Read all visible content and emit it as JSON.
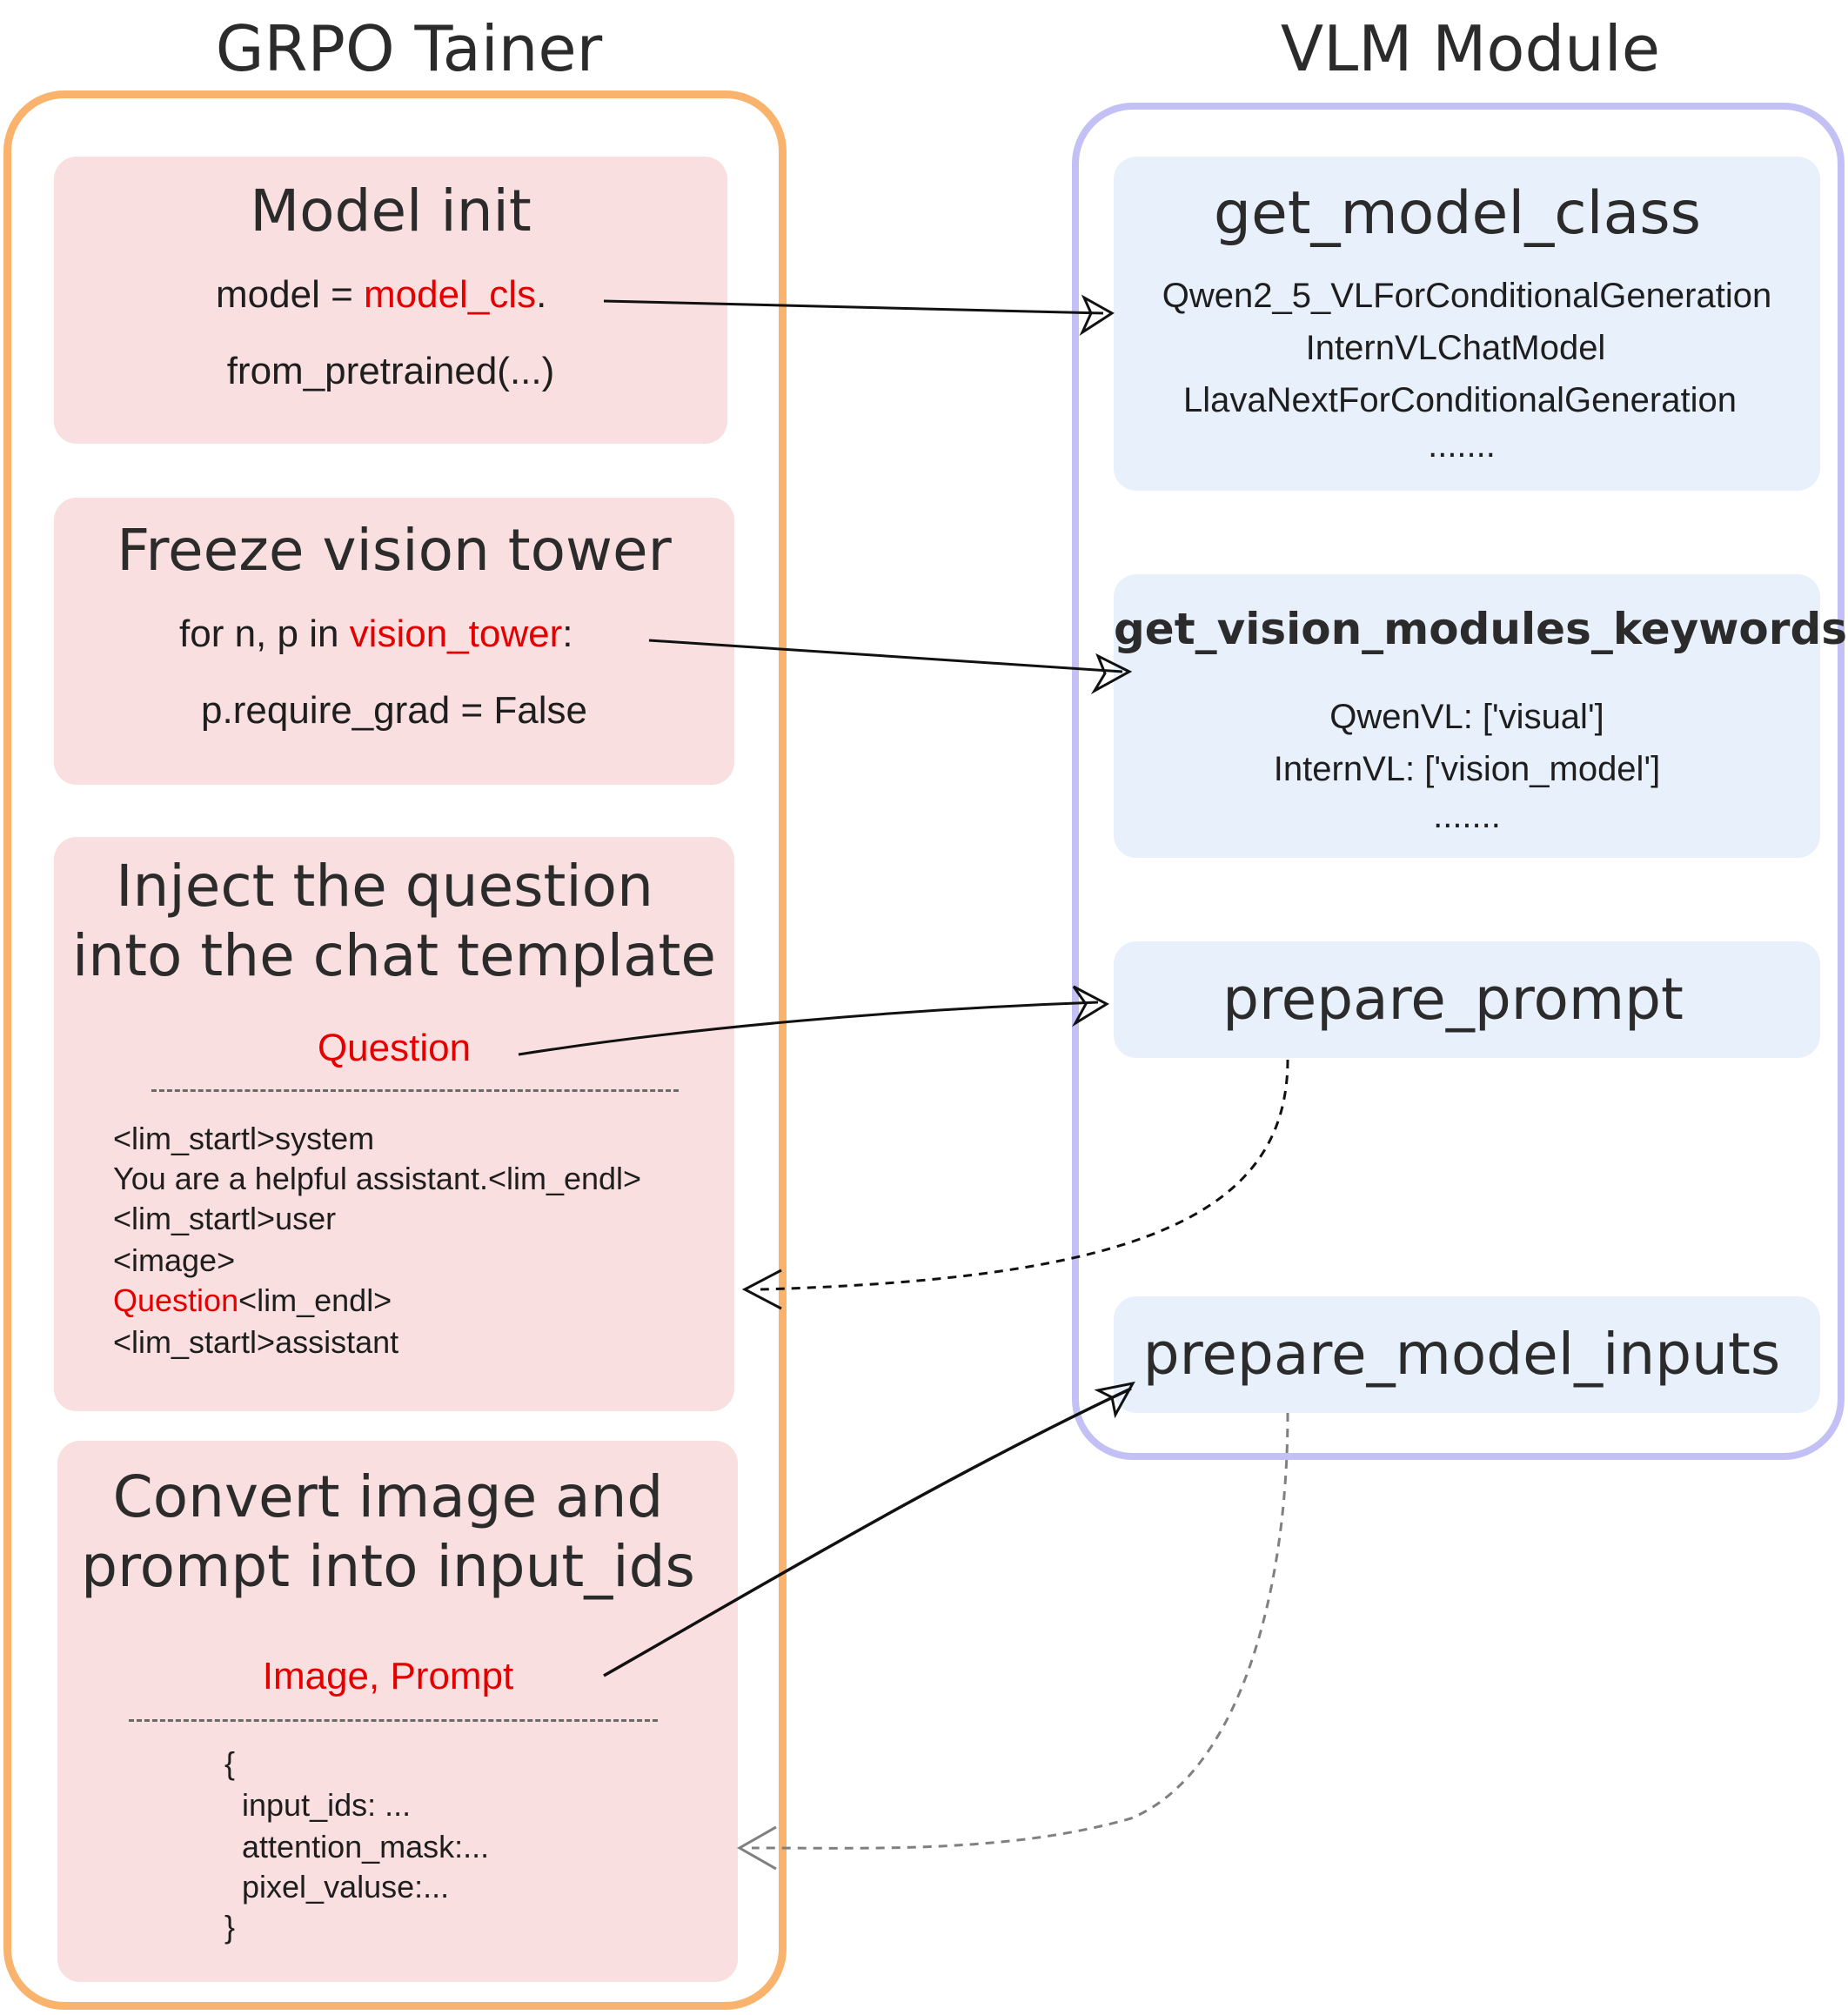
{
  "left_title": "GRPO Tainer",
  "right_title": "VLM Module",
  "trainer": {
    "model_init": {
      "title": "Model init",
      "line1_pre": "model = ",
      "line1_red": "model_cls",
      "line1_post": ".",
      "line2": "from_pretrained(...)"
    },
    "freeze": {
      "title": "Freeze vision tower",
      "line1_pre": "for n, p in ",
      "line1_red": "vision_tower",
      "line1_post": ":",
      "line2": "p.require_grad = False"
    },
    "inject": {
      "title_1": "Inject the question",
      "title_2": "into the chat template",
      "input_label": "Question",
      "lines": [
        "<lim_startl>system",
        "You are a helpful assistant.<lim_endl>",
        "<lim_startl>user",
        "<image>"
      ],
      "line5_red": "Question",
      "line5_post": "<lim_endl>",
      "line6": "<lim_startl>assistant"
    },
    "convert": {
      "title_1": "Convert image and",
      "title_2": "prompt into input_ids",
      "input_label": "Image, Prompt",
      "lines": [
        "{",
        "  input_ids: ...",
        "  attention_mask:...",
        "  pixel_valuse:...",
        "}"
      ]
    }
  },
  "vlm": {
    "get_model_class": {
      "title": "get_model_class",
      "items": [
        "Qwen2_5_VLForConditionalGeneration",
        "InternVLChatModel",
        "LlavaNextForConditionalGeneration",
        "......."
      ]
    },
    "get_vision_modules_keywords": {
      "title": "get_vision_modules_keywords",
      "items": [
        "QwenVL: ['visual']",
        "InternVL: ['vision_model']",
        "......."
      ]
    },
    "prepare_prompt": {
      "title": "prepare_prompt"
    },
    "prepare_model_inputs": {
      "title": "prepare_model_inputs"
    }
  },
  "colors": {
    "trainer_border": "#f9b36c",
    "vlm_border": "#c2c0f4",
    "trainer_card": "#f9dfdf",
    "vlm_card": "#e8f0fc",
    "highlight": "#e50000"
  }
}
